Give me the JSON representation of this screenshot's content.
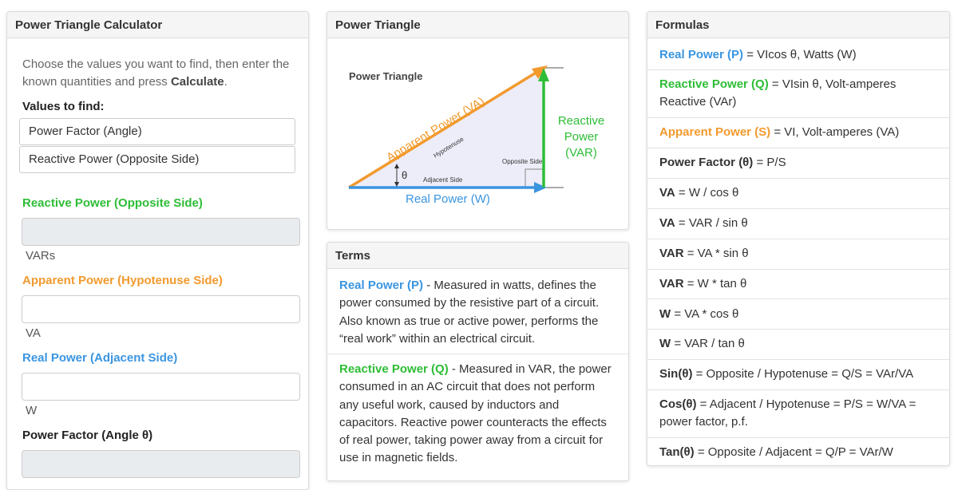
{
  "calculator": {
    "title": "Power Triangle Calculator",
    "intro_text": "Choose the values you want to find, then enter the known quantities and press ",
    "intro_bold": "Calculate",
    "intro_end": ".",
    "values_label": "Values to find:",
    "select_options": [
      "Power Factor (Angle)",
      "Reactive Power (Opposite Side)"
    ],
    "reactive_label": "Reactive Power (Opposite Side)",
    "reactive_unit": "VARs",
    "apparent_label": "Apparent Power (Hypotenuse Side)",
    "apparent_unit": "VA",
    "real_label": "Real Power (Adjacent Side)",
    "real_unit": "W",
    "pf_label": "Power Factor (Angle θ)"
  },
  "triangle": {
    "title": "Power Triangle",
    "diagram_title": "Power Triangle",
    "apparent": "Apparent Power (VA)",
    "hypotenuse": "Hypotenuse",
    "theta": "θ",
    "adjacent": "Adjacent Side",
    "opposite": "Opposite Side",
    "reactive_1": "Reactive",
    "reactive_2": "Power",
    "reactive_3": "(VAR)",
    "real": "Real Power (W)"
  },
  "terms": {
    "title": "Terms",
    "items": [
      {
        "name": "Real Power (P)",
        "text": " - Measured in watts, defines the power consumed by the resistive part of a circuit. Also known as true or active power, performs the “real work” within an electrical circuit."
      },
      {
        "name": "Reactive Power (Q)",
        "text": " - Measured in VAR, the power consumed in an AC circuit that does not perform any useful work, caused by inductors and capacitors. Reactive power counteracts the effects of real power, taking power away from a circuit for use in magnetic fields."
      }
    ]
  },
  "formulas": {
    "title": "Formulas",
    "rows": [
      {
        "lead": "Real Power (P)",
        "rest": " = VIcos θ, Watts (W)"
      },
      {
        "lead": "Reactive Power (Q)",
        "rest": " = VIsin θ, Volt-amperes Reactive (VAr)"
      },
      {
        "lead": "Apparent Power (S)",
        "rest": " = VI, Volt-amperes (VA)"
      },
      {
        "lead": "Power Factor (θ)",
        "rest": " = P/S"
      },
      {
        "lead": "VA",
        "rest": " = W / cos θ"
      },
      {
        "lead": "VA",
        "rest": " = VAR / sin θ"
      },
      {
        "lead": "VAR",
        "rest": " = VA * sin θ"
      },
      {
        "lead": "VAR",
        "rest": " = W * tan θ"
      },
      {
        "lead": "W",
        "rest": " = VA * cos θ"
      },
      {
        "lead": "W",
        "rest": " = VAR / tan θ"
      },
      {
        "lead": "Sin(θ)",
        "rest": " = Opposite / Hypotenuse = Q/S = VAr/VA"
      },
      {
        "lead": "Cos(θ)",
        "rest": " = Adjacent / Hypotenuse = P/S = W/VA = power factor, p.f."
      },
      {
        "lead": "Tan(θ)",
        "rest": " = Opposite / Adjacent = Q/P = VAr/W"
      }
    ]
  },
  "colors": {
    "green": "#2ebd36",
    "orange": "#f29a2e",
    "blue": "#3a95e0"
  }
}
